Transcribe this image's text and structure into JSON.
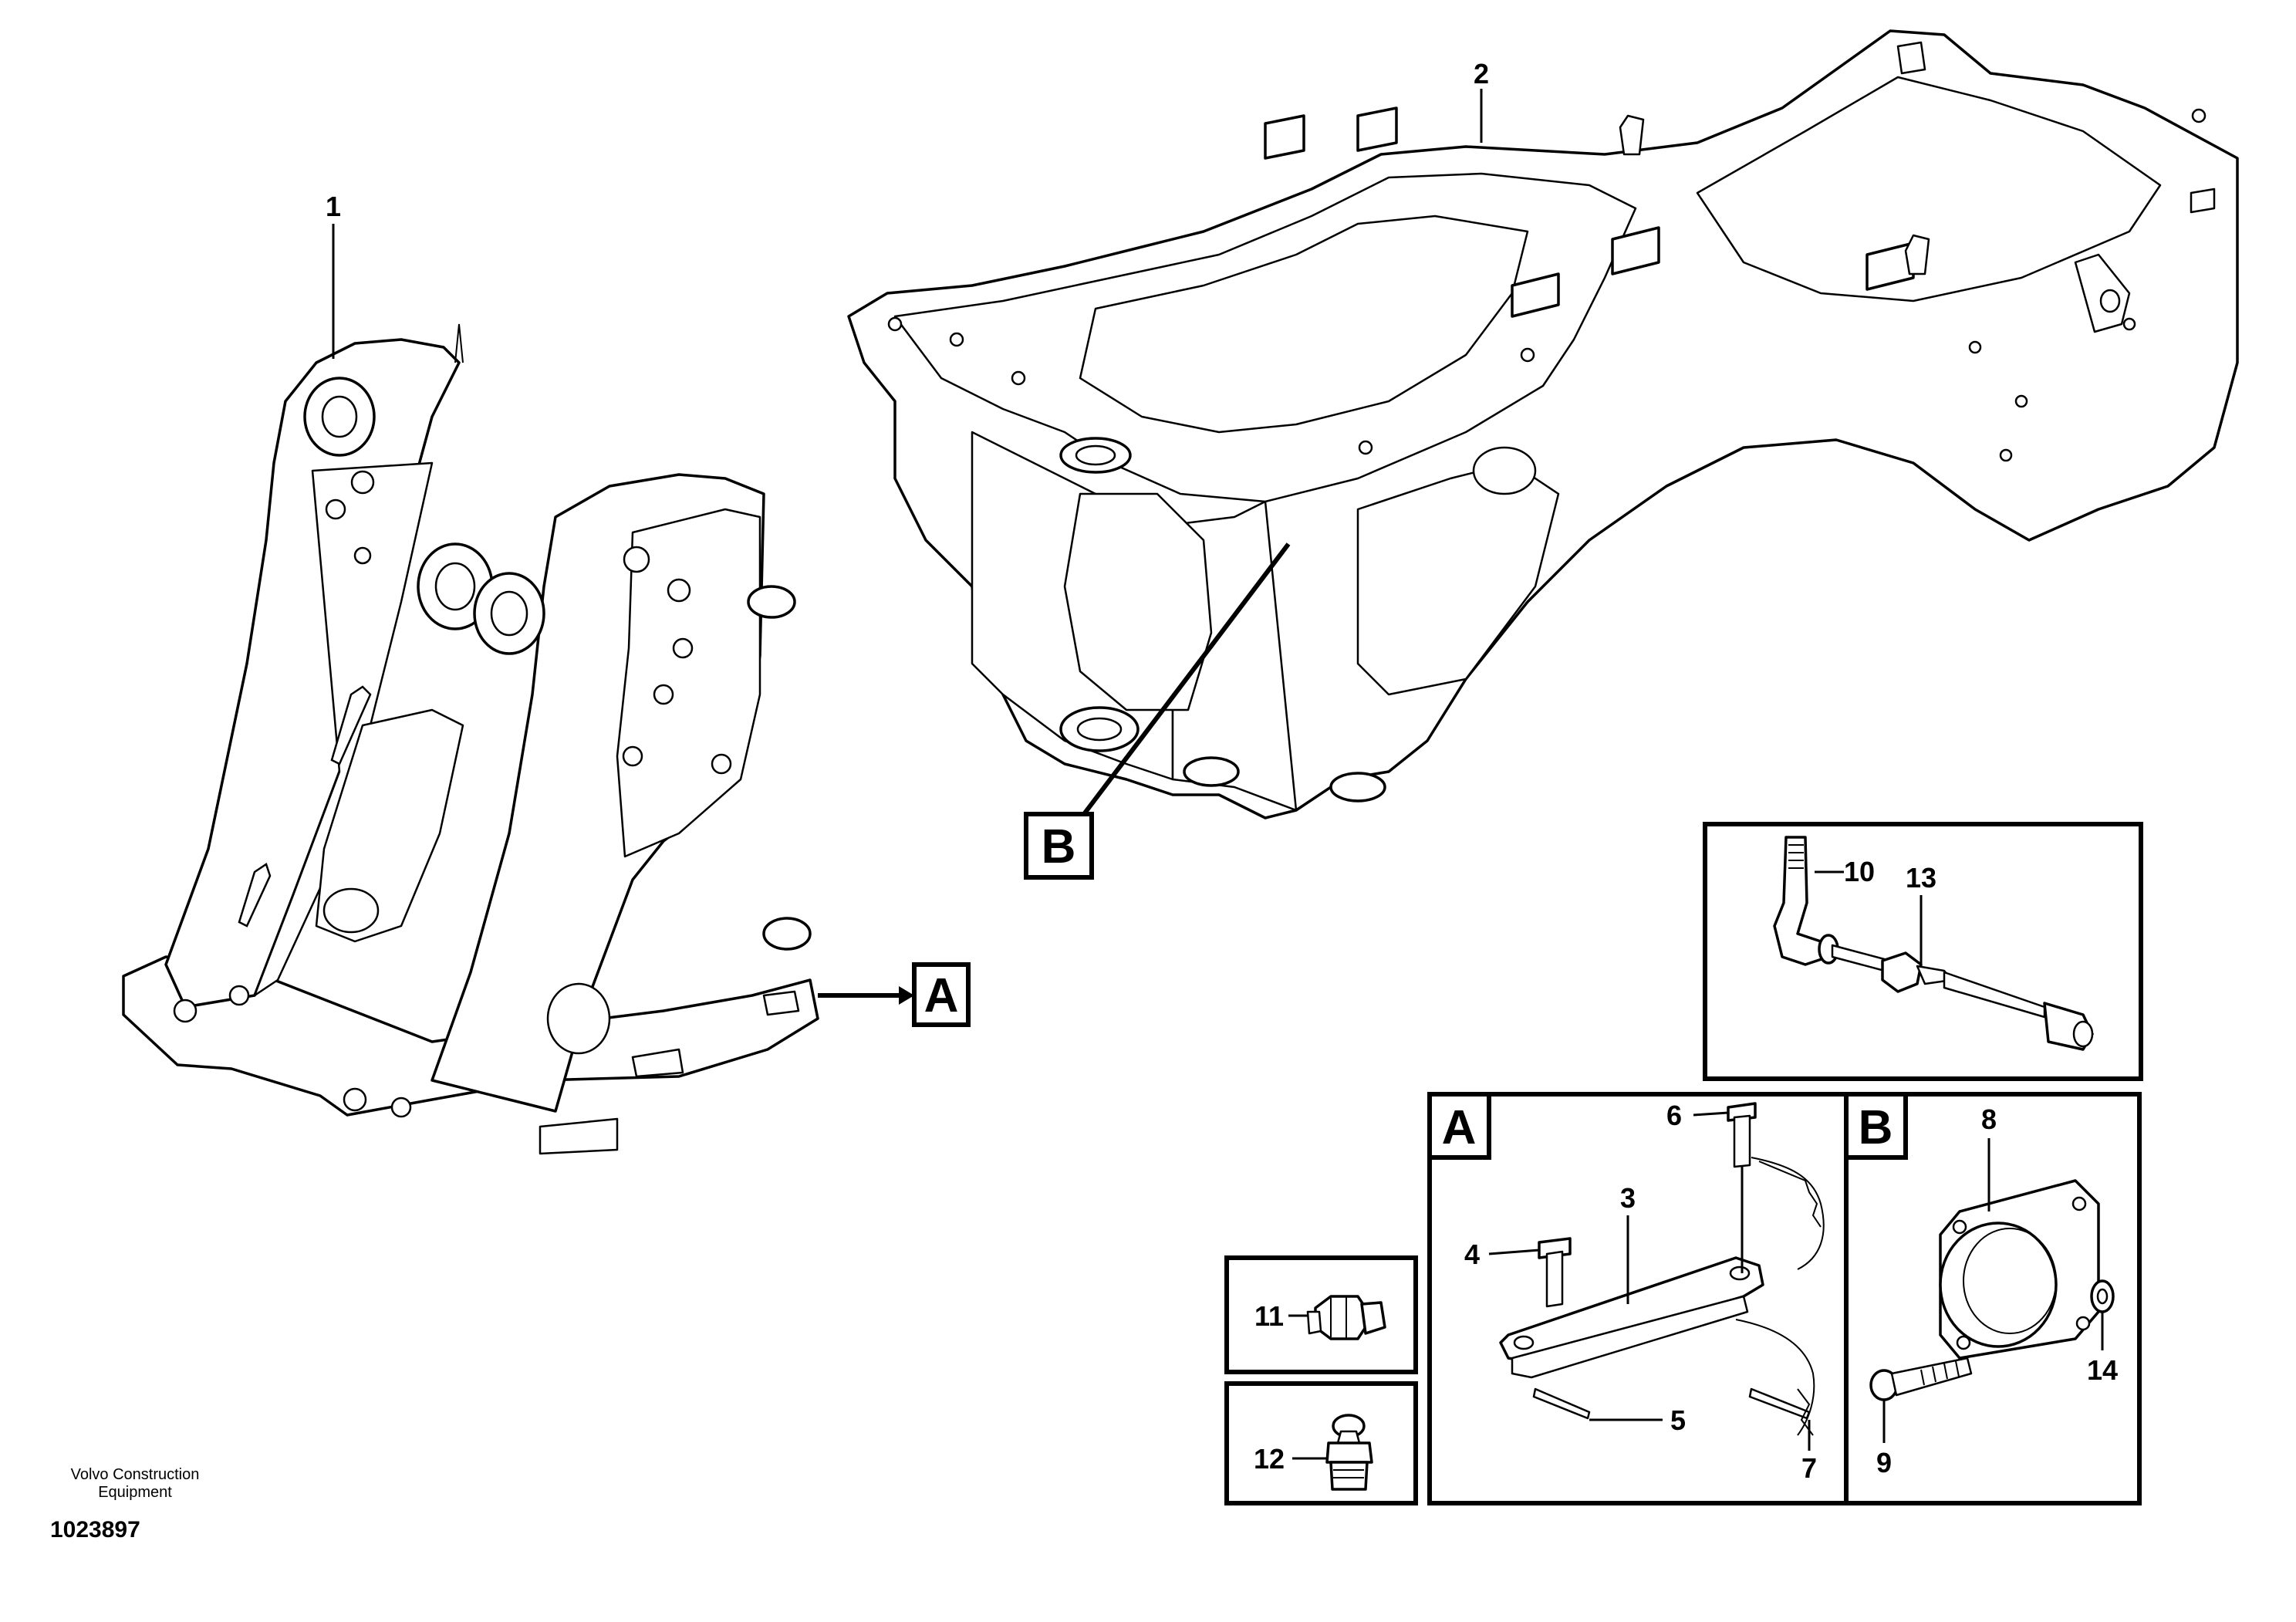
{
  "brand": {
    "line1": "Volvo Construction",
    "line2": "Equipment"
  },
  "document_number": "1023897",
  "callouts": {
    "c1": "1",
    "c2": "2",
    "c3": "3",
    "c4": "4",
    "c5": "5",
    "c6": "6",
    "c7": "7",
    "c8": "8",
    "c9": "9",
    "c10": "10",
    "c11": "11",
    "c12": "12",
    "c13": "13",
    "c14": "14"
  },
  "detail_refs": {
    "a": "A",
    "b": "B"
  }
}
